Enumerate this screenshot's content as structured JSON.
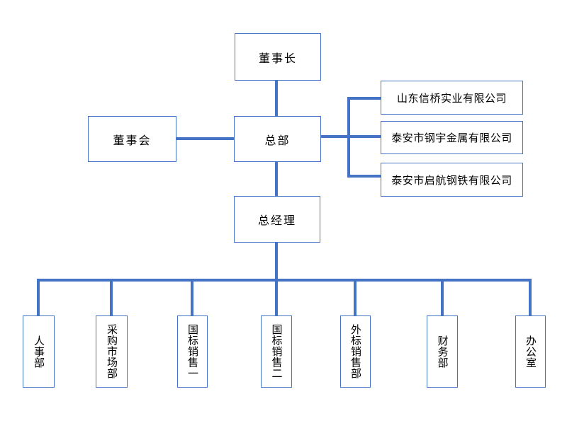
{
  "org_chart": {
    "nodes": {
      "chairman": "董事长",
      "board": "董事会",
      "headquarters": "总部",
      "general_manager": "总经理"
    },
    "subsidiaries": [
      "山东信桥实业有限公司",
      "泰安市钢宇金属有限公司",
      "泰安市启航钢铁有限公司"
    ],
    "departments": [
      "人事部",
      "采购市场部",
      "国标销售一",
      "国标销售二",
      "外标销售部",
      "财务部",
      "办公室"
    ],
    "colors": {
      "connector": "#4472C4",
      "box_border": "#4472C4",
      "box_fill": "#FFFFFF",
      "text": "#000000",
      "page_background": "#FFFFFF"
    }
  }
}
